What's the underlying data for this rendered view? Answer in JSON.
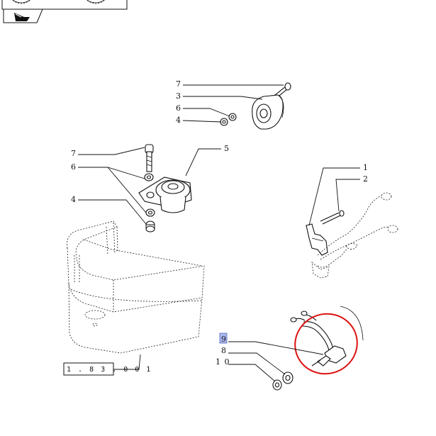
{
  "header": {
    "nav_icon": "arrow-right-icon"
  },
  "callouts": {
    "top_7": "7",
    "top_3": "3",
    "top_6": "6",
    "top_4": "4",
    "mid_7": "7",
    "mid_6": "6",
    "mid_5": "5",
    "mid_4": "4",
    "right_1": "1",
    "right_2": "2",
    "low_9": "9",
    "low_8": "8",
    "low_10": "1 0"
  },
  "reference": {
    "label": "1 . 8 3 . 0  0 1"
  },
  "highlight": {
    "color": "#dd1111",
    "target_callout": "9"
  },
  "selection": {
    "color": "#aab7f0"
  }
}
